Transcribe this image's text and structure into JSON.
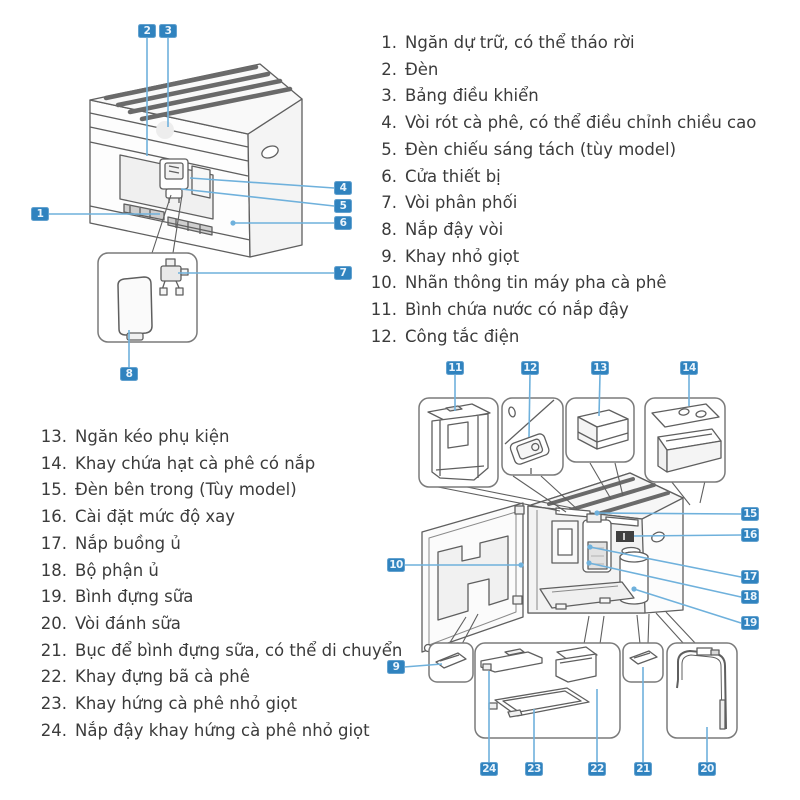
{
  "legend_top": {
    "items": [
      {
        "num": "1.",
        "label": "Ngăn dự trữ, có thể tháo rời"
      },
      {
        "num": "2.",
        "label": "Đèn"
      },
      {
        "num": "3.",
        "label": "Bảng điều khiển"
      },
      {
        "num": "4.",
        "label": "Vòi rót cà phê, có thể điều chỉnh chiều cao"
      },
      {
        "num": "5.",
        "label": "Đèn chiếu sáng tách (tùy model)"
      },
      {
        "num": "6.",
        "label": "Cửa thiết bị"
      },
      {
        "num": "7.",
        "label": "Vòi phân phối"
      },
      {
        "num": "8.",
        "label": "Nắp đậy vòi"
      },
      {
        "num": "9.",
        "label": "Khay nhỏ giọt"
      },
      {
        "num": "10.",
        "label": "Nhãn thông tin máy pha cà phê"
      },
      {
        "num": "11.",
        "label": "Bình chứa nước có nắp đậy"
      },
      {
        "num": "12.",
        "label": "Công tắc điện"
      }
    ]
  },
  "legend_bottom": {
    "items": [
      {
        "num": "13.",
        "label": "Ngăn kéo phụ kiện"
      },
      {
        "num": "14.",
        "label": "Khay chứa hạt cà phê có nắp"
      },
      {
        "num": "15.",
        "label": "Đèn bên trong (Tùy model)"
      },
      {
        "num": "16.",
        "label": "Cài đặt mức độ xay"
      },
      {
        "num": "17.",
        "label": "Nắp buồng ủ"
      },
      {
        "num": "18.",
        "label": "Bộ phận ủ"
      },
      {
        "num": "19.",
        "label": "Bình đựng sữa"
      },
      {
        "num": "20.",
        "label": "Vòi đánh sữa"
      },
      {
        "num": "21.",
        "label": "Bục để bình đựng sữa, có thể di chuyển"
      },
      {
        "num": "22.",
        "label": "Khay đựng bã cà phê"
      },
      {
        "num": "23.",
        "label": "Khay hứng cà phê nhỏ giọt"
      },
      {
        "num": "24.",
        "label": "Nắp đậy khay hứng cà phê nhỏ giọt"
      }
    ]
  },
  "callouts": {
    "c1": "1",
    "c2": "2",
    "c3": "3",
    "c4": "4",
    "c5": "5",
    "c6": "6",
    "c7": "7",
    "c8": "8",
    "c9": "9",
    "c10": "10",
    "c11": "11",
    "c12": "12",
    "c13": "13",
    "c14": "14",
    "c15": "15",
    "c16": "16",
    "c17": "17",
    "c18": "18",
    "c19": "19",
    "c20": "20",
    "c21": "21",
    "c22": "22",
    "c23": "23",
    "c24": "24"
  },
  "colors": {
    "callout_blue": "#3083bf",
    "leader_blue": "#6fb1dc",
    "text_gray": "#3b3b3b",
    "art_line_gray": "#5f5f5f"
  }
}
